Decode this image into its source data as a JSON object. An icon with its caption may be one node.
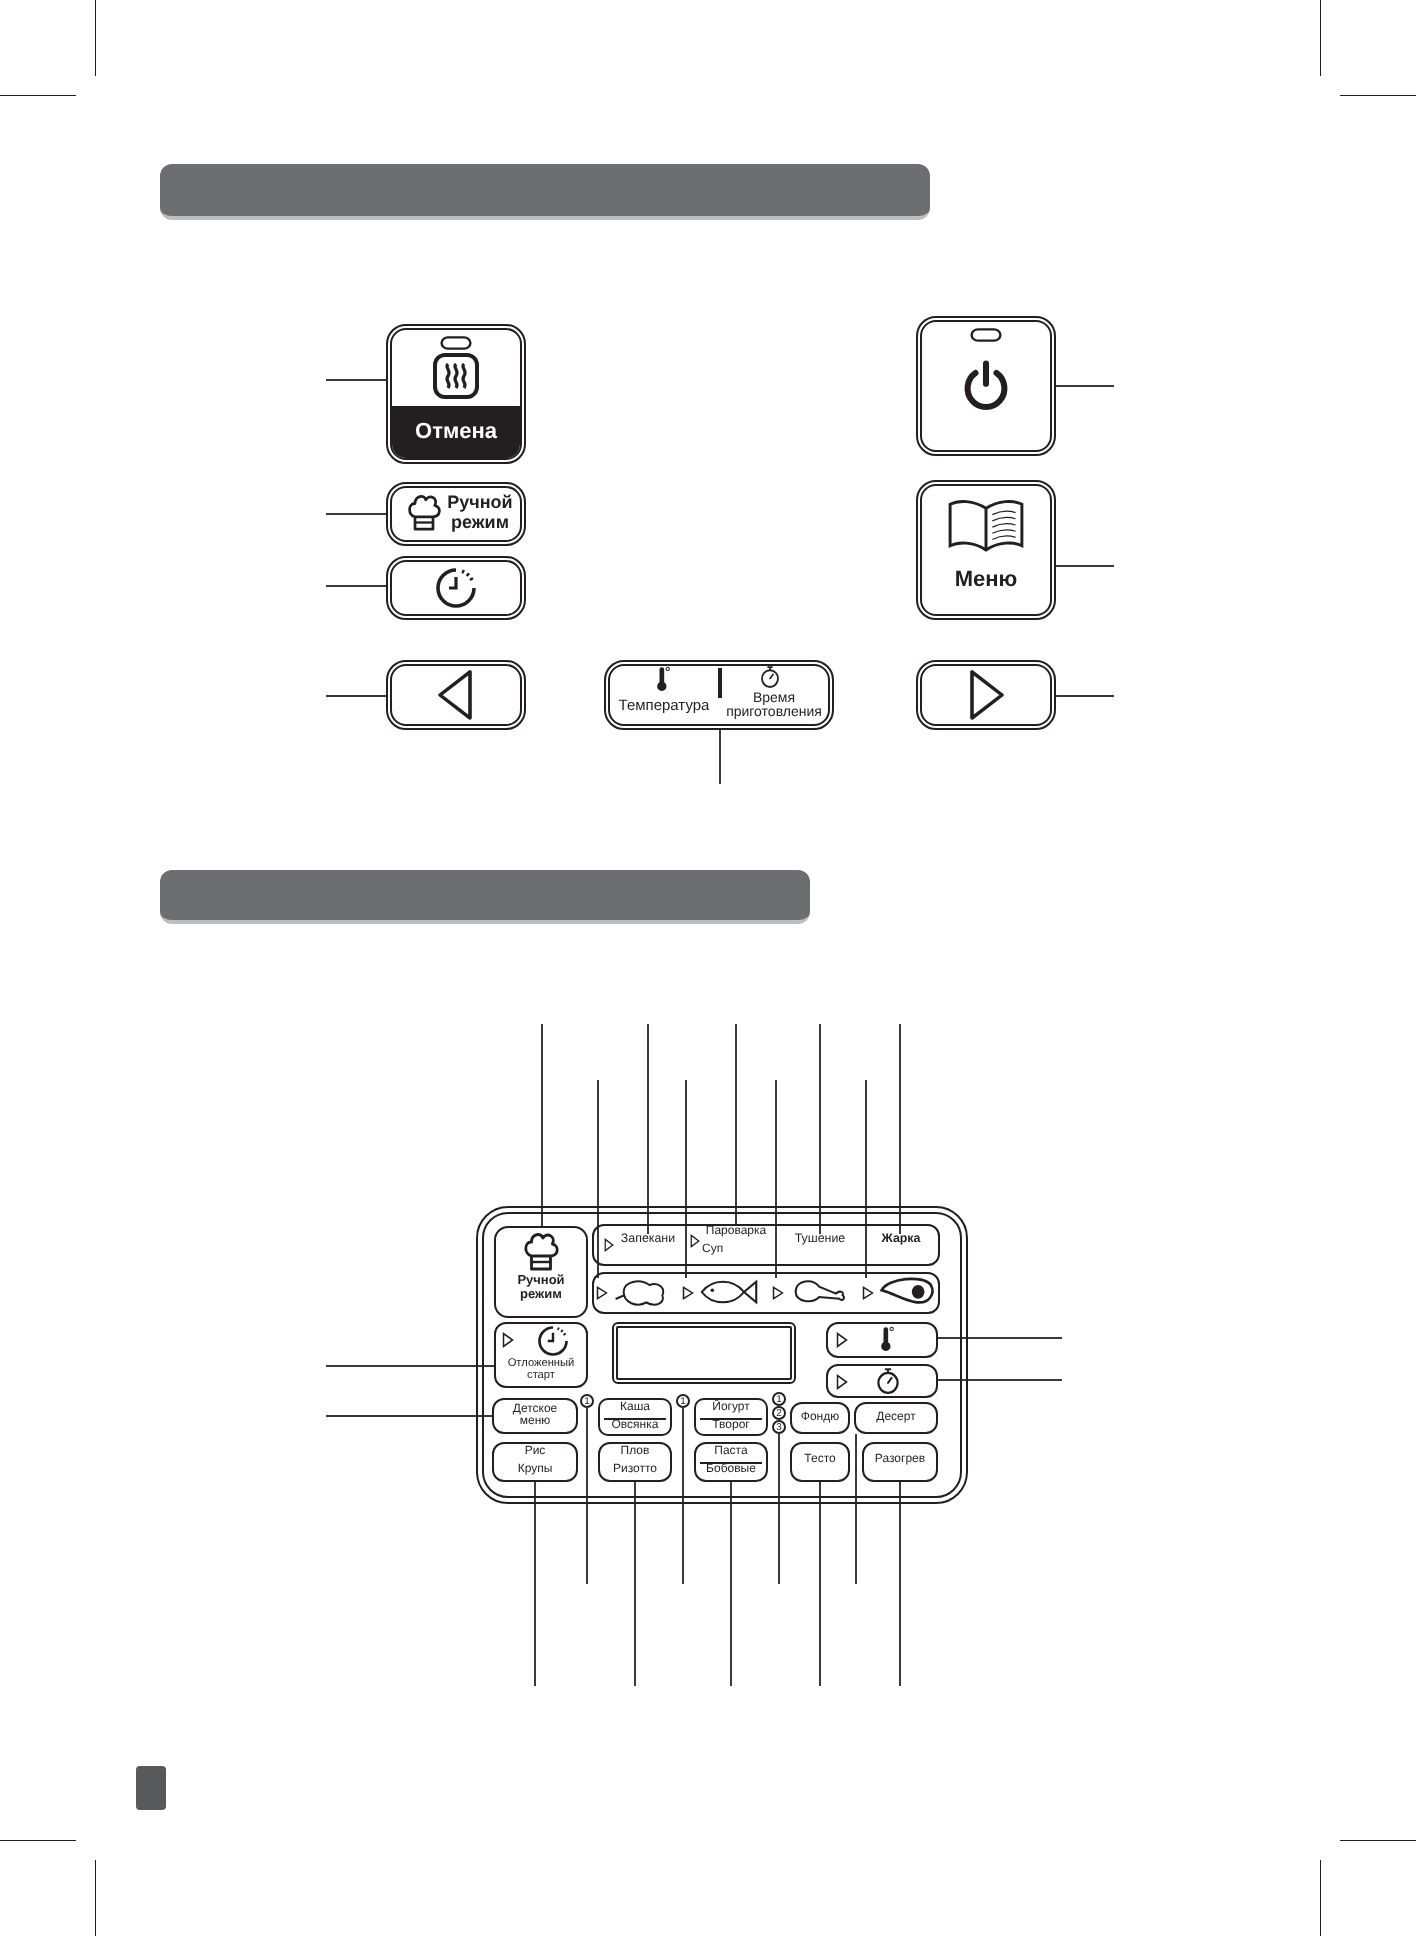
{
  "diagram": {
    "nodes": [
      {
        "text": [
          "Отмена"
        ]
      },
      {
        "text": [],
        "shape": "box"
      },
      {
        "text": [
          "Ручной режим"
        ]
      },
      {
        "text": [
          "Меню"
        ]
      },
      {
        "text": [],
        "shape": "box"
      },
      {
        "text": [],
        "shape": "box"
      },
      {
        "text": [
          "Температура",
          "Время приготовления"
        ]
      },
      {
        "text": [],
        "shape": "box"
      },
      {
        "text": [],
        "shape": "box"
      },
      {
        "text": [
          "Ручной режим"
        ],
        "in": 8
      },
      {
        "text": [
          "Запекани"
        ],
        "in": 8
      },
      {
        "text": [
          "Пароварка",
          "Суп"
        ],
        "in": 8
      },
      {
        "text": [
          "Тушение"
        ],
        "in": 8
      },
      {
        "text": [
          "Жарка"
        ],
        "in": 8
      },
      {
        "text": [],
        "shape": "picture",
        "in": 8
      },
      {
        "text": [],
        "shape": "picture",
        "in": 8
      },
      {
        "text": [],
        "shape": "picture",
        "in": 8
      },
      {
        "text": [],
        "shape": "picture",
        "in": 8
      },
      {
        "text": [
          "Отложенный старт"
        ],
        "in": 8
      },
      {
        "text": [],
        "shape": "box",
        "in": 8
      },
      {
        "text": [],
        "shape": "box",
        "in": 8
      },
      {
        "text": [],
        "shape": "box",
        "in": 8
      },
      {
        "text": [
          "Детское меню"
        ],
        "in": 8
      },
      {
        "text": [
          "1"
        ],
        "in": 8
      },
      {
        "text": [
          "Каша",
          "Овсянка"
        ],
        "in": 8
      },
      {
        "text": [
          "1"
        ],
        "in": 8
      },
      {
        "text": [
          "Йогурт",
          "Творог"
        ],
        "in": 8
      },
      {
        "text": [
          "1",
          "2",
          "3"
        ],
        "in": 8
      },
      {
        "text": [
          "Фондю"
        ],
        "in": 8
      },
      {
        "text": [
          "Десерт"
        ],
        "in": 8
      },
      {
        "text": [
          "Рис",
          "Крупы"
        ],
        "in": 8
      },
      {
        "text": [
          "Плов",
          "Ризотто"
        ],
        "in": 8
      },
      {
        "text": [
          "Паста",
          "Бобовые"
        ],
        "in": 8
      },
      {
        "text": [
          "Тесто"
        ],
        "in": 8
      },
      {
        "text": [
          "Разогрев"
        ],
        "in": 8
      }
    ],
    "edges": [
      {
        "from": null,
        "to": 0,
        "arrow": "none"
      },
      {
        "from": null,
        "to": 2,
        "arrow": "none"
      },
      {
        "from": null,
        "to": 4,
        "arrow": "none"
      },
      {
        "from": null,
        "to": 5,
        "arrow": "none"
      },
      {
        "from": null,
        "to": 1,
        "arrow": "none"
      },
      {
        "from": null,
        "to": 3,
        "arrow": "none"
      },
      {
        "from": null,
        "to": 7,
        "arrow": "none"
      },
      {
        "from": null,
        "to": 6,
        "arrow": "none"
      },
      {
        "from": null,
        "to": 9,
        "arrow": "none"
      },
      {
        "from": null,
        "to": 14,
        "arrow": "none"
      },
      {
        "from": null,
        "to": 10,
        "arrow": "none"
      },
      {
        "from": null,
        "to": 15,
        "arrow": "none"
      },
      {
        "from": null,
        "to": 11,
        "arrow": "none"
      },
      {
        "from": null,
        "to": 16,
        "arrow": "none"
      },
      {
        "from": null,
        "to": 12,
        "arrow": "none"
      },
      {
        "from": null,
        "to": 17,
        "arrow": "none"
      },
      {
        "from": null,
        "to": 13,
        "arrow": "none"
      },
      {
        "from": null,
        "to": 18,
        "arrow": "none"
      },
      {
        "from": null,
        "to": 22,
        "arrow": "none"
      },
      {
        "from": null,
        "to": 20,
        "arrow": "none"
      },
      {
        "from": null,
        "to": 21,
        "arrow": "none"
      },
      {
        "from": null,
        "to": 23,
        "arrow": "none"
      },
      {
        "from": null,
        "to": 25,
        "arrow": "none"
      },
      {
        "from": null,
        "to": 27,
        "arrow": "none"
      },
      {
        "from": null,
        "to": 29,
        "arrow": "none"
      },
      {
        "from": null,
        "to": 30,
        "arrow": "none"
      },
      {
        "from": null,
        "to": 31,
        "arrow": "none"
      },
      {
        "from": null,
        "to": 32,
        "arrow": "none"
      },
      {
        "from": null,
        "to": 33,
        "arrow": "none"
      },
      {
        "from": null,
        "to": 34,
        "arrow": "none"
      }
    ]
  }
}
